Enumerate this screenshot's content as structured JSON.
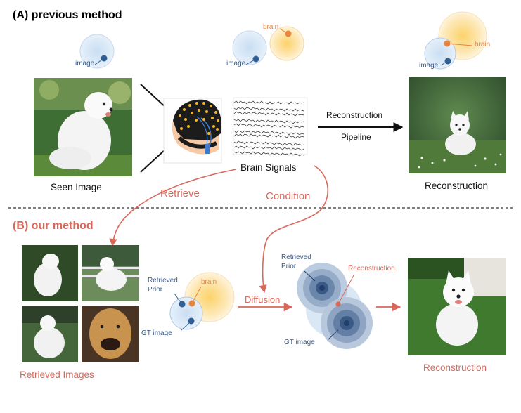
{
  "section_a": {
    "letter": "(A)",
    "title": "previous method",
    "image_label": "image",
    "brain_label": "brain",
    "seen_image": "Seen Image",
    "brain_signals": "Brain Signals",
    "pipeline_line1": "Reconstruction",
    "pipeline_line2": "Pipeline",
    "reconstruction": "Reconstruction"
  },
  "links": {
    "retrieve": "Retrieve",
    "condition": "Condition"
  },
  "section_b": {
    "letter": "(B)",
    "title": "our method",
    "retrieved_images": "Retrieved Images",
    "retrieved_prior": "Retrieved Prior",
    "brain_label": "brain",
    "gt_image": "GT image",
    "diffusion": "Diffusion",
    "reconstruction_label": "Reconstruction",
    "reconstruction": "Reconstruction"
  },
  "colors": {
    "accent_red": "#d9685b",
    "blue_dot": "#2f5f93",
    "orange_dot": "#e8853d",
    "light_blue": "#cfe2f5",
    "light_orange": "#fbdf95",
    "dark_text": "#111111"
  }
}
